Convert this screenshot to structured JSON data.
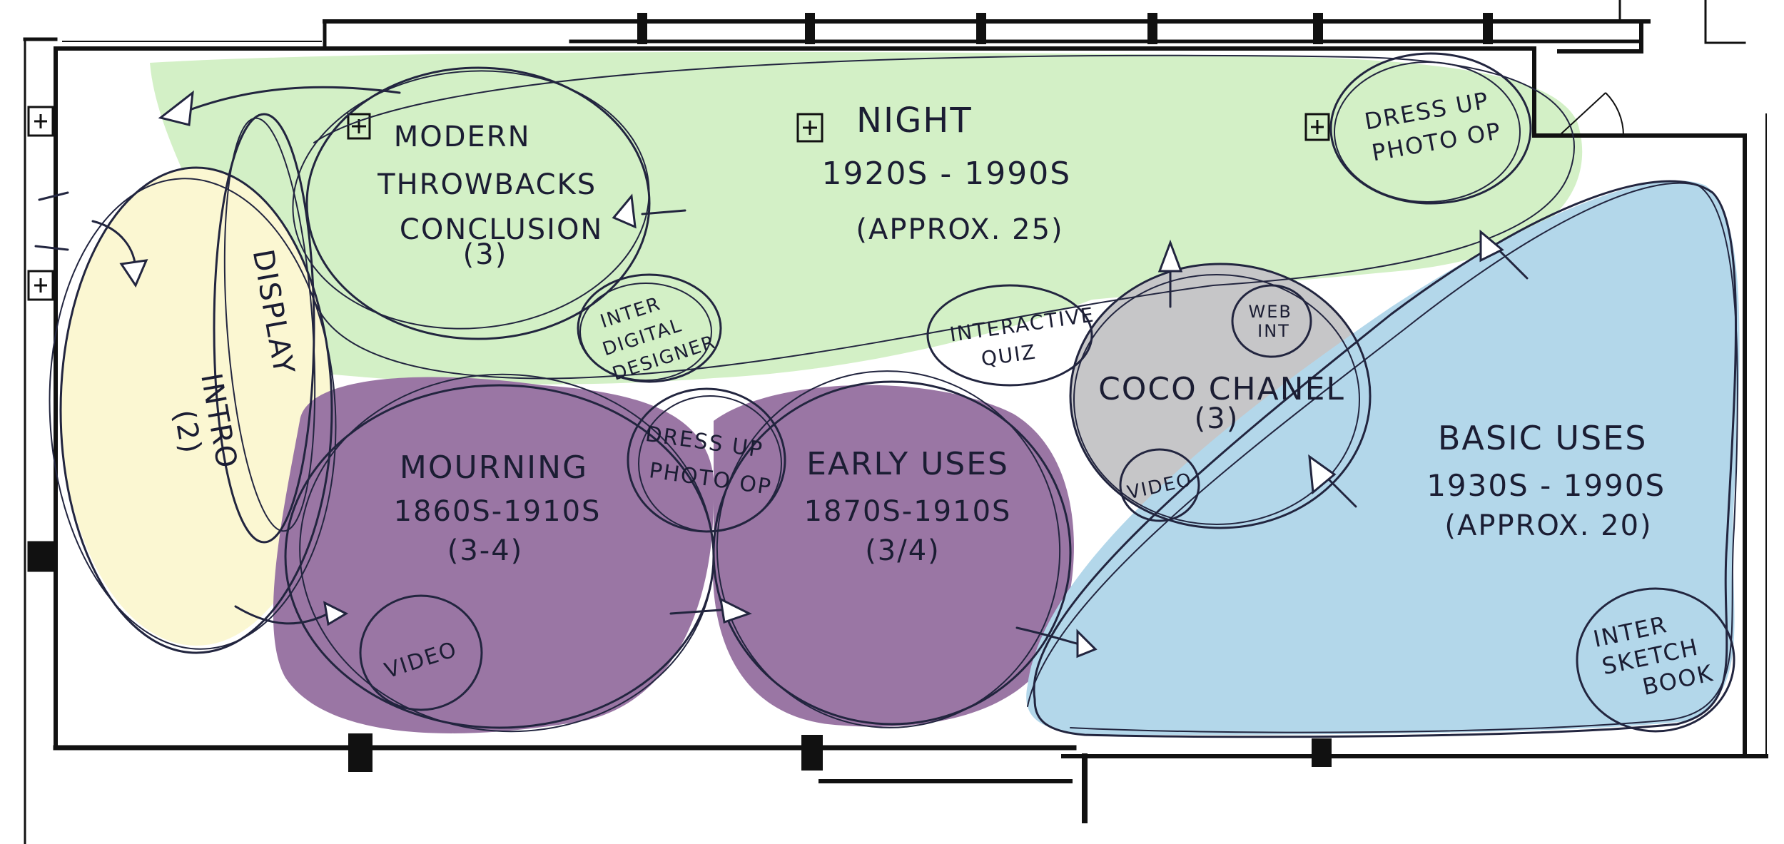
{
  "zones": [
    {
      "id": "intro",
      "lines": [
        "INTRO",
        "(2)"
      ],
      "fill": "#fbf7d2"
    },
    {
      "id": "display",
      "lines": [
        "DISPLAY"
      ],
      "fill": "#fbf7d2"
    },
    {
      "id": "modern",
      "lines": [
        "MODERN",
        "THROWBACKS",
        "CONCLUSION",
        "(3)"
      ],
      "fill": "#d3f0c6"
    },
    {
      "id": "night",
      "lines": [
        "NIGHT",
        "1920S - 1990S",
        "(APPROX. 25)"
      ],
      "fill": "#d3f0c6"
    },
    {
      "id": "dress-up-top",
      "lines": [
        "DRESS UP",
        "PHOTO OP"
      ],
      "fill": "#d3f0c6"
    },
    {
      "id": "inter-digital",
      "lines": [
        "INTER",
        "DIGITAL",
        "DESIGNER"
      ],
      "fill": "#d3f0c6"
    },
    {
      "id": "interactive-quiz",
      "lines": [
        "INTERACTIVE",
        "QUIZ"
      ],
      "fill": "#d3f0c6"
    },
    {
      "id": "mourning",
      "lines": [
        "MOURNING",
        "1860S-1910S",
        "(3-4)"
      ],
      "fill": "#9a76a4"
    },
    {
      "id": "dress-up-mid",
      "lines": [
        "DRESS UP",
        "PHOTO OP"
      ],
      "fill": "#9a76a4"
    },
    {
      "id": "early-uses",
      "lines": [
        "EARLY USES",
        "1870S-1910S",
        "(3/4)"
      ],
      "fill": "#9a76a4"
    },
    {
      "id": "video-left",
      "lines": [
        "VIDEO"
      ],
      "fill": "#9a76a4"
    },
    {
      "id": "coco",
      "lines": [
        "COCO CHANEL",
        "(3)"
      ],
      "fill": "#c6c6c8"
    },
    {
      "id": "web-int",
      "lines": [
        "WEB",
        "INT"
      ],
      "fill": "#c6c6c8"
    },
    {
      "id": "video-right",
      "lines": [
        "VIDEO"
      ],
      "fill": "#c6c6c8"
    },
    {
      "id": "basic-uses",
      "lines": [
        "BASIC USES",
        "1930S - 1990S",
        "(APPROX. 20)"
      ],
      "fill": "#b3d7ea"
    },
    {
      "id": "inter-sketch",
      "lines": [
        "INTER",
        "SKETCH",
        "BOOK"
      ],
      "fill": "#b3d7ea"
    }
  ],
  "colors": {
    "green": "#d3f0c6",
    "yellow": "#fbf7d2",
    "purple": "#9a76a4",
    "gray": "#c6c6c8",
    "blue": "#b3d7ea",
    "ink": "#22253f",
    "wall": "#111111"
  },
  "icons": [
    "door-icon",
    "column-icon",
    "arrow-icon"
  ]
}
